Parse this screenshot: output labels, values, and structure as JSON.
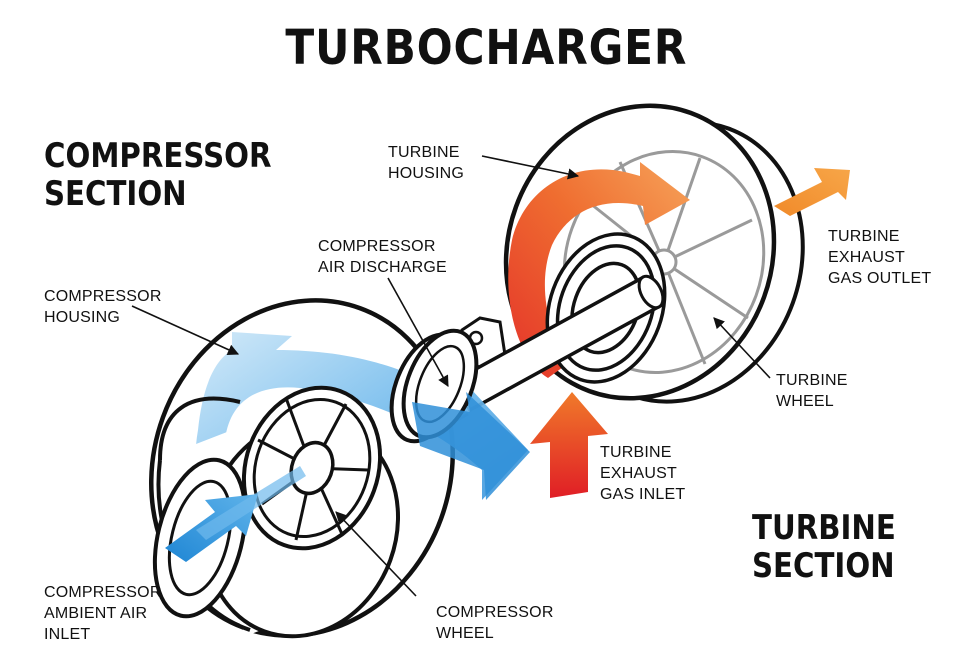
{
  "title": "TURBOCHARGER",
  "sections": {
    "compressor": [
      "COMPRESSOR",
      "SECTION"
    ],
    "turbine": [
      "TURBINE",
      "SECTION"
    ]
  },
  "labels": {
    "turbine_housing": [
      "TURBINE",
      "HOUSING"
    ],
    "compressor_air_discharge": [
      "COMPRESSOR",
      "AIR DISCHARGE"
    ],
    "compressor_housing": [
      "COMPRESSOR",
      "HOUSING"
    ],
    "turbine_exhaust_gas_outlet": [
      "TURBINE",
      "EXHAUST",
      "GAS OUTLET"
    ],
    "turbine_wheel": [
      "TURBINE",
      "WHEEL"
    ],
    "turbine_exhaust_gas_inlet": [
      "TURBINE",
      "EXHAUST",
      "GAS INLET"
    ],
    "compressor_ambient_air_inlet": [
      "COMPRESSOR",
      "AMBIENT AIR",
      "INLET"
    ],
    "compressor_wheel": [
      "COMPRESSOR",
      "WHEEL"
    ]
  },
  "colors": {
    "compressor_flow": "#3a97dd",
    "compressor_flow_light": "#9fd0f2",
    "turbine_flow_hot": "#e8402a",
    "turbine_flow_warm": "#f48a2e",
    "outline": "#111111",
    "turbine_wheel_lines": "#9a9a9a"
  }
}
